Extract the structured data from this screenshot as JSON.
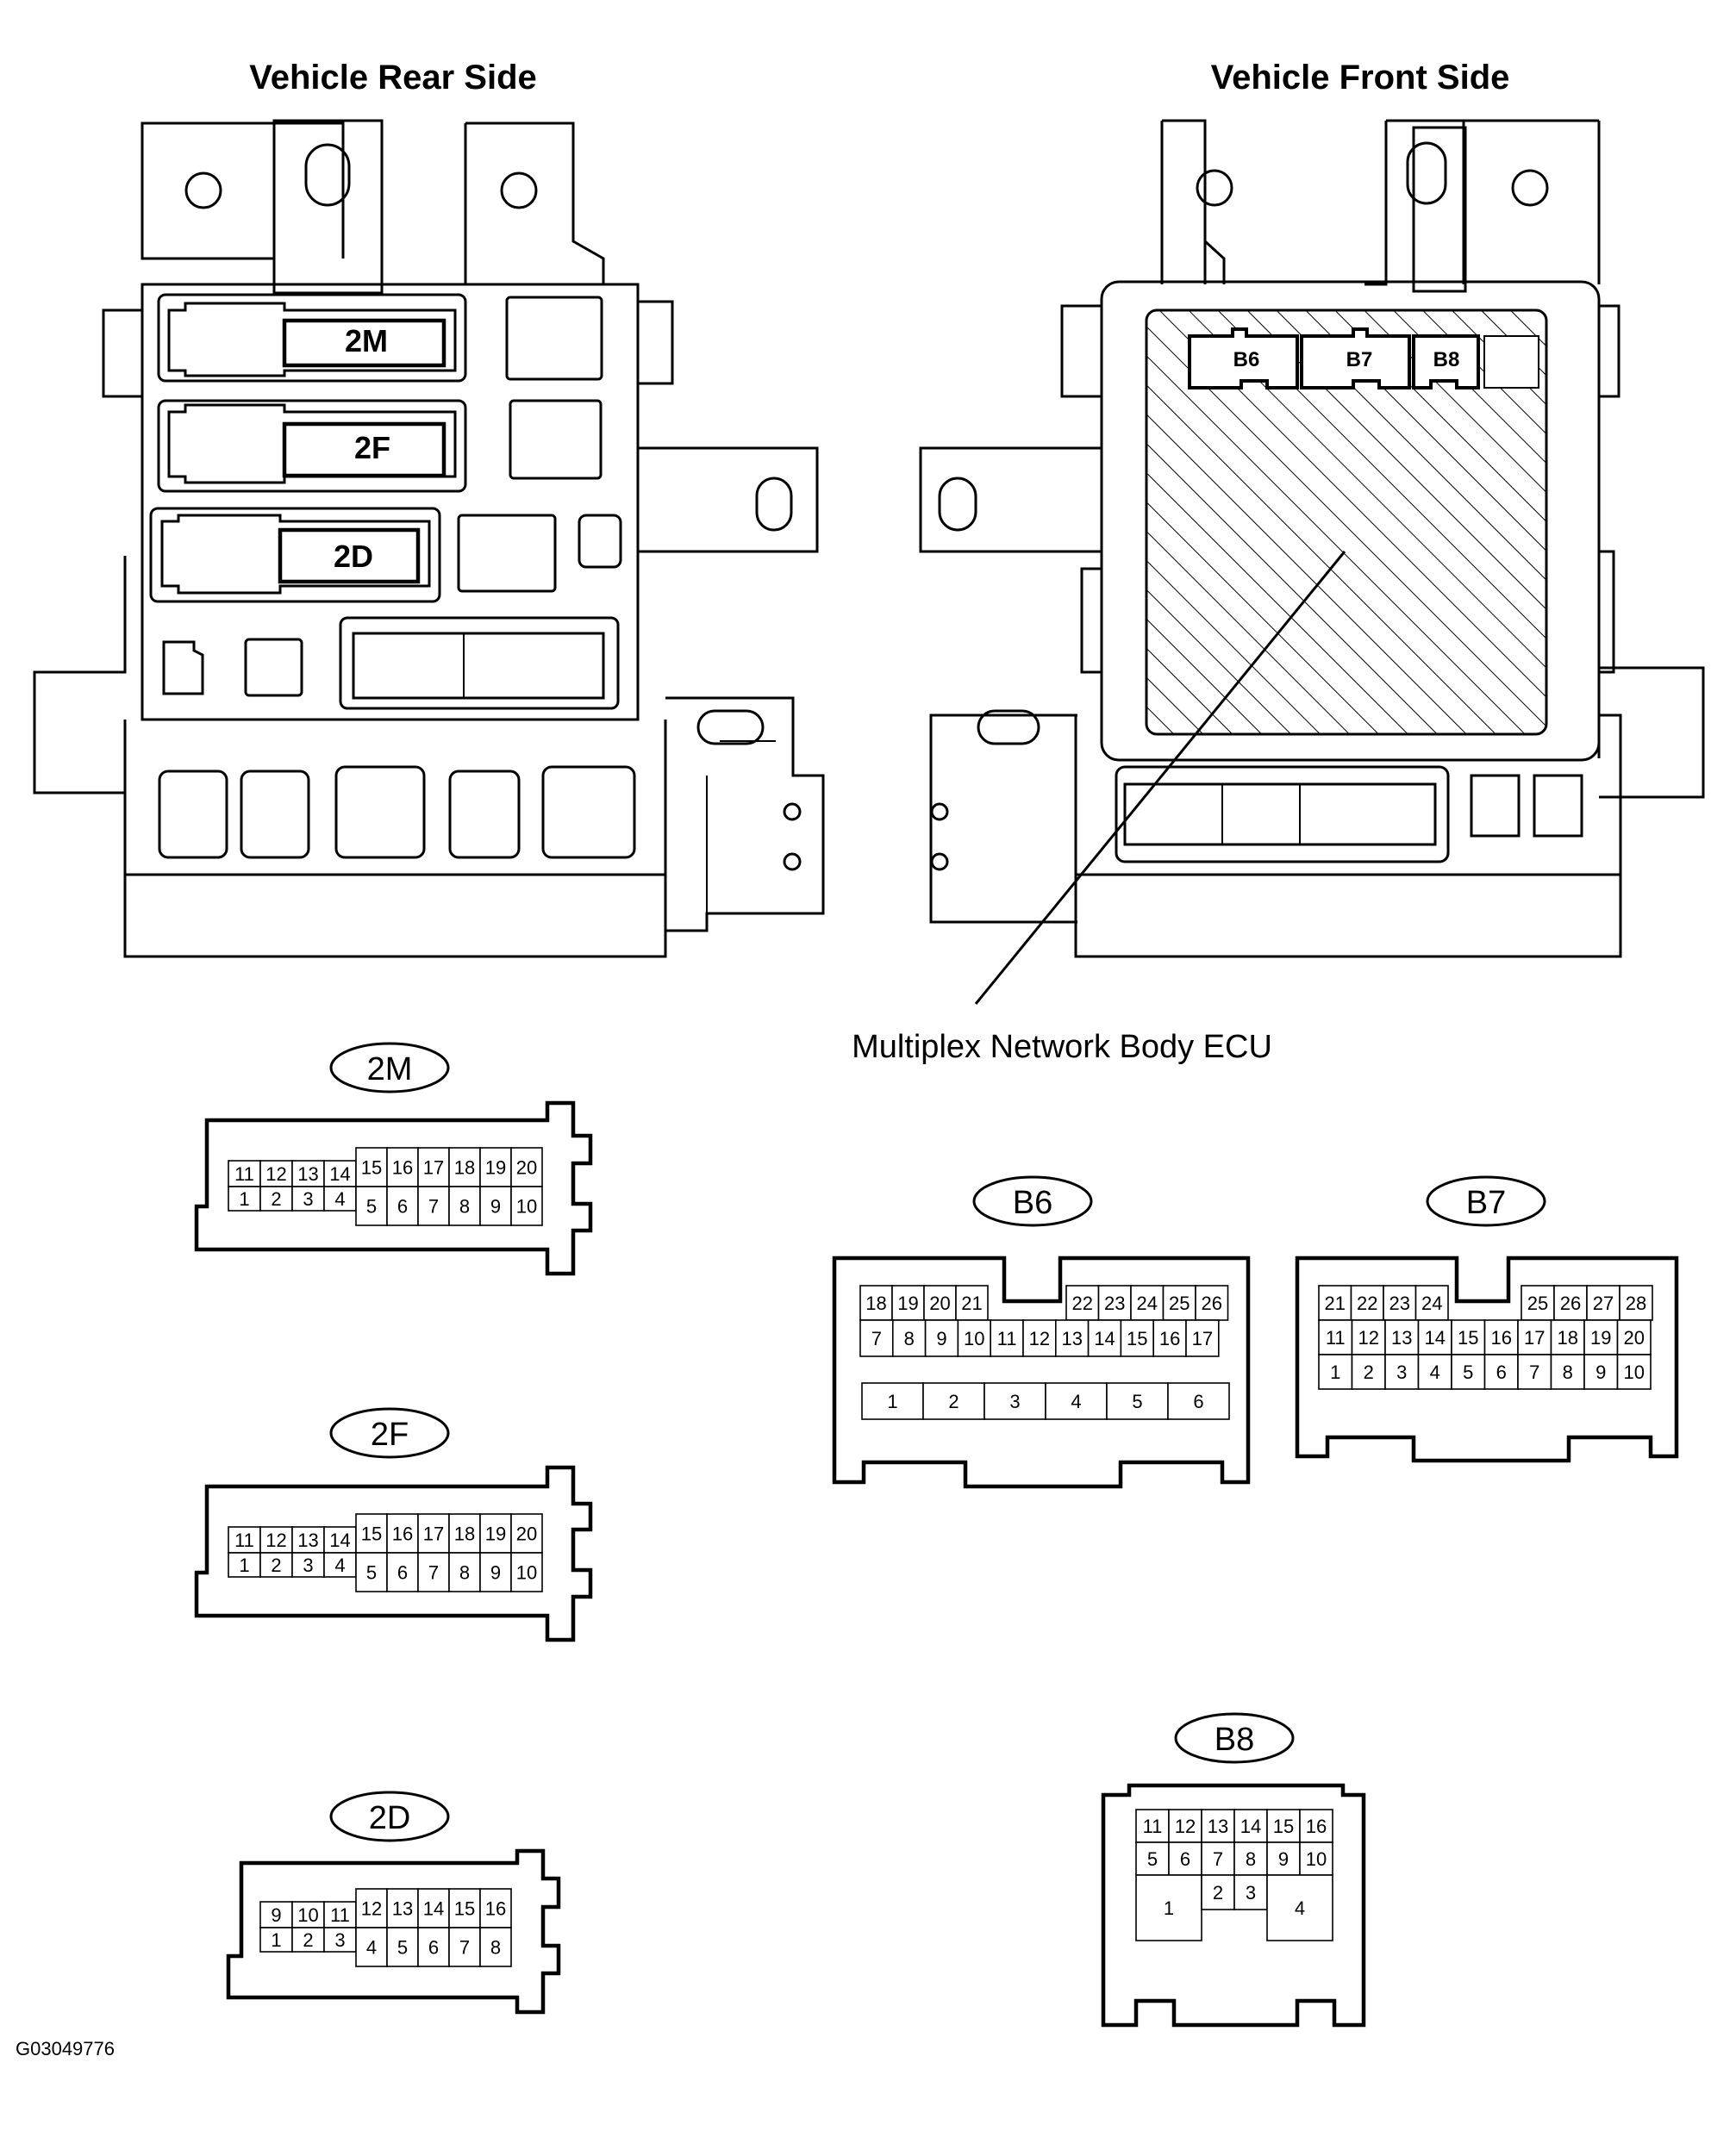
{
  "headers": {
    "rear": "Vehicle Rear Side",
    "front": "Vehicle Front Side"
  },
  "box_labels": {
    "c2m": "2M",
    "c2f": "2F",
    "c2d": "2D",
    "b6": "B6",
    "b7": "B7",
    "b8": "B8"
  },
  "callout": "Multiplex Network Body ECU",
  "figure_id": "G03049776",
  "connectors": {
    "c2m": {
      "label": "2M",
      "top": [
        "11",
        "12",
        "13",
        "14",
        "15",
        "16",
        "17",
        "18",
        "19",
        "20"
      ],
      "bottom": [
        "1",
        "2",
        "3",
        "4",
        "5",
        "6",
        "7",
        "8",
        "9",
        "10"
      ]
    },
    "c2f": {
      "label": "2F",
      "top": [
        "11",
        "12",
        "13",
        "14",
        "15",
        "16",
        "17",
        "18",
        "19",
        "20"
      ],
      "bottom": [
        "1",
        "2",
        "3",
        "4",
        "5",
        "6",
        "7",
        "8",
        "9",
        "10"
      ]
    },
    "c2d": {
      "label": "2D",
      "top": [
        "9",
        "10",
        "11",
        "12",
        "13",
        "14",
        "15",
        "16"
      ],
      "bottom": [
        "1",
        "2",
        "3",
        "4",
        "5",
        "6",
        "7",
        "8"
      ]
    },
    "b6": {
      "label": "B6",
      "row1": [
        "18",
        "19",
        "20",
        "21",
        "22",
        "23",
        "24",
        "25",
        "26"
      ],
      "row2": [
        "7",
        "8",
        "9",
        "10",
        "11",
        "12",
        "13",
        "14",
        "15",
        "16",
        "17"
      ],
      "row3": [
        "1",
        "2",
        "3",
        "4",
        "5",
        "6"
      ]
    },
    "b7": {
      "label": "B7",
      "row1": [
        "21",
        "22",
        "23",
        "24",
        "25",
        "26",
        "27",
        "28"
      ],
      "row2": [
        "11",
        "12",
        "13",
        "14",
        "15",
        "16",
        "17",
        "18",
        "19",
        "20"
      ],
      "row3": [
        "1",
        "2",
        "3",
        "4",
        "5",
        "6",
        "7",
        "8",
        "9",
        "10"
      ]
    },
    "b8": {
      "label": "B8",
      "row1": [
        "11",
        "12",
        "13",
        "14",
        "15",
        "16"
      ],
      "row2": [
        "5",
        "6",
        "7",
        "8",
        "9",
        "10"
      ],
      "row3": [
        "1",
        "2",
        "3",
        "4"
      ]
    }
  }
}
